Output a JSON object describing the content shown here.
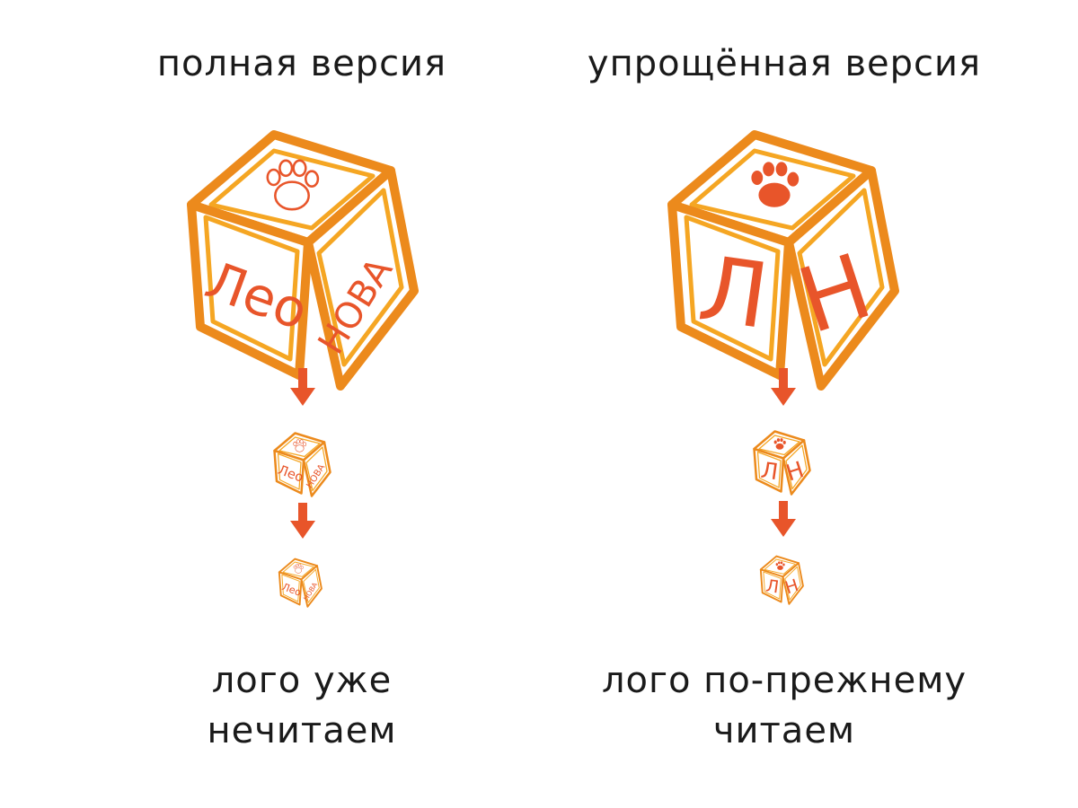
{
  "left": {
    "heading": "полная версия",
    "cube_front_text": "Лео",
    "cube_side_text": "НОВА",
    "caption_line1": "лого уже",
    "caption_line2": "нечитаем"
  },
  "right": {
    "heading": "упрощённая версия",
    "cube_front_text": "Л",
    "cube_side_text": "Н",
    "caption_line1": "лого по-прежнему",
    "caption_line2": "читаем"
  },
  "colors": {
    "cube_outline": "#ec8a1c",
    "cube_inner": "#f5a623",
    "letters": "#e8552a",
    "arrows": "#e8552a"
  },
  "icons": {
    "top_face_left": "paw-outline-icon",
    "top_face_right": "paw-filled-icon",
    "arrows": "arrow-down-icon"
  }
}
